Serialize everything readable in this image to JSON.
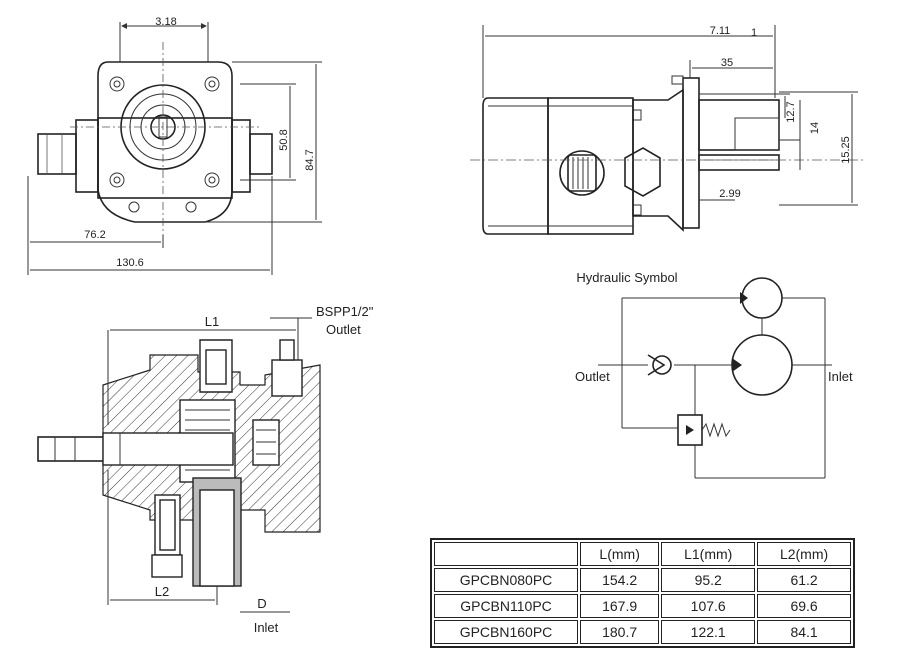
{
  "top_left_view": {
    "dim_top": "3.18",
    "dim_50_8": "50.8",
    "dim_84_7": "84.7",
    "dim_76_2": "76.2",
    "dim_130_6": "130.6"
  },
  "top_right_view": {
    "dim_7_11": "7.11",
    "dim_1": "1",
    "dim_35": "35",
    "dim_12_7": "12.7",
    "dim_14": "14",
    "dim_15_25": "15.25",
    "dim_2_99": "2.99"
  },
  "section_view": {
    "label_l1": "L1",
    "label_bspp": "BSPP1/2\"",
    "label_outlet": "Outlet",
    "label_l2": "L2",
    "label_d": "D",
    "label_inlet": "Inlet"
  },
  "hydraulic_symbol": {
    "title": "Hydraulic Symbol",
    "outlet_label": "Outlet",
    "inlet_label": "Inlet"
  },
  "spec_table": {
    "headers": [
      "",
      "L(mm)",
      "L1(mm)",
      "L2(mm)"
    ],
    "rows": [
      {
        "model": "GPCBN080PC",
        "l": "154.2",
        "l1": "95.2",
        "l2": "61.2"
      },
      {
        "model": "GPCBN110PC",
        "l": "167.9",
        "l1": "107.6",
        "l2": "69.6"
      },
      {
        "model": "GPCBN160PC",
        "l": "180.7",
        "l1": "122.1",
        "l2": "84.1"
      }
    ]
  },
  "colors": {
    "line": "#222222",
    "fill_grey": "#bbbbbb",
    "background": "#ffffff"
  }
}
